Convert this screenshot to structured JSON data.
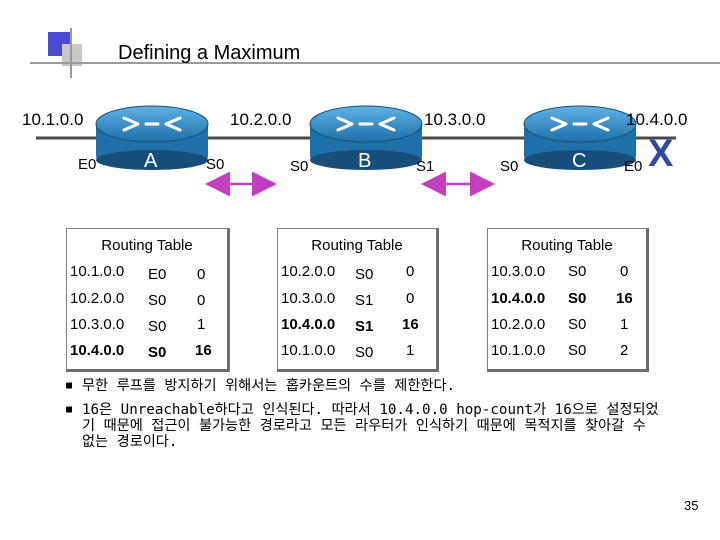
{
  "title": "Defining a Maximum",
  "networks": [
    "10.1.0.0",
    "10.2.0.0",
    "10.3.0.0",
    "10.4.0.0"
  ],
  "routers": [
    {
      "name": "A",
      "left_port": "E0",
      "right_port": "S0"
    },
    {
      "name": "B",
      "left_port": "S0",
      "right_port": "S1"
    },
    {
      "name": "C",
      "left_port": "S0",
      "right_port": "E0"
    }
  ],
  "failure_mark": "X",
  "tables": [
    {
      "heading": "Routing Table",
      "rows": [
        {
          "net": "10.1.0.0",
          "iface": "E0",
          "hops": "0",
          "bold": false
        },
        {
          "net": "10.2.0.0",
          "iface": "S0",
          "hops": "0",
          "bold": false
        },
        {
          "net": "10.3.0.0",
          "iface": "S0",
          "hops": "1",
          "bold": false
        },
        {
          "net": "10.4.0.0",
          "iface": "S0",
          "hops": "16",
          "bold": true
        }
      ]
    },
    {
      "heading": "Routing Table",
      "rows": [
        {
          "net": "10.2.0.0",
          "iface": "S0",
          "hops": "0",
          "bold": false
        },
        {
          "net": "10.3.0.0",
          "iface": "S1",
          "hops": "0",
          "bold": false
        },
        {
          "net": "10.4.0.0",
          "iface": "S1",
          "hops": "16",
          "bold": true
        },
        {
          "net": "10.1.0.0",
          "iface": "S0",
          "hops": "1",
          "bold": false
        }
      ]
    },
    {
      "heading": "Routing Table",
      "rows": [
        {
          "net": "10.3.0.0",
          "iface": "S0",
          "hops": "0",
          "bold": false
        },
        {
          "net": "10.4.0.0",
          "iface": "S0",
          "hops": "16",
          "bold": true
        },
        {
          "net": "10.2.0.0",
          "iface": "S0",
          "hops": "1",
          "bold": false
        },
        {
          "net": "10.1.0.0",
          "iface": "S0",
          "hops": "2",
          "bold": false
        }
      ]
    }
  ],
  "notes": [
    "무한 루프를 방지하기 위해서는 홉카운트의 수를 제한한다.",
    "16은 Unreachable하다고 인식된다. 따라서 10.4.0.0 hop-count가 16으로 설정되었기 때문에 접근이 불가능한 경로라고 모든 라우터가 인식하기 때문에 목적지를 찾아갈 수 없는 경로이다."
  ],
  "page_number": "35",
  "colors": {
    "arrow": "#c040c0",
    "router": "#2a7fb8",
    "link": "#4a4a4a",
    "x_mark": "#2b4aa0"
  }
}
